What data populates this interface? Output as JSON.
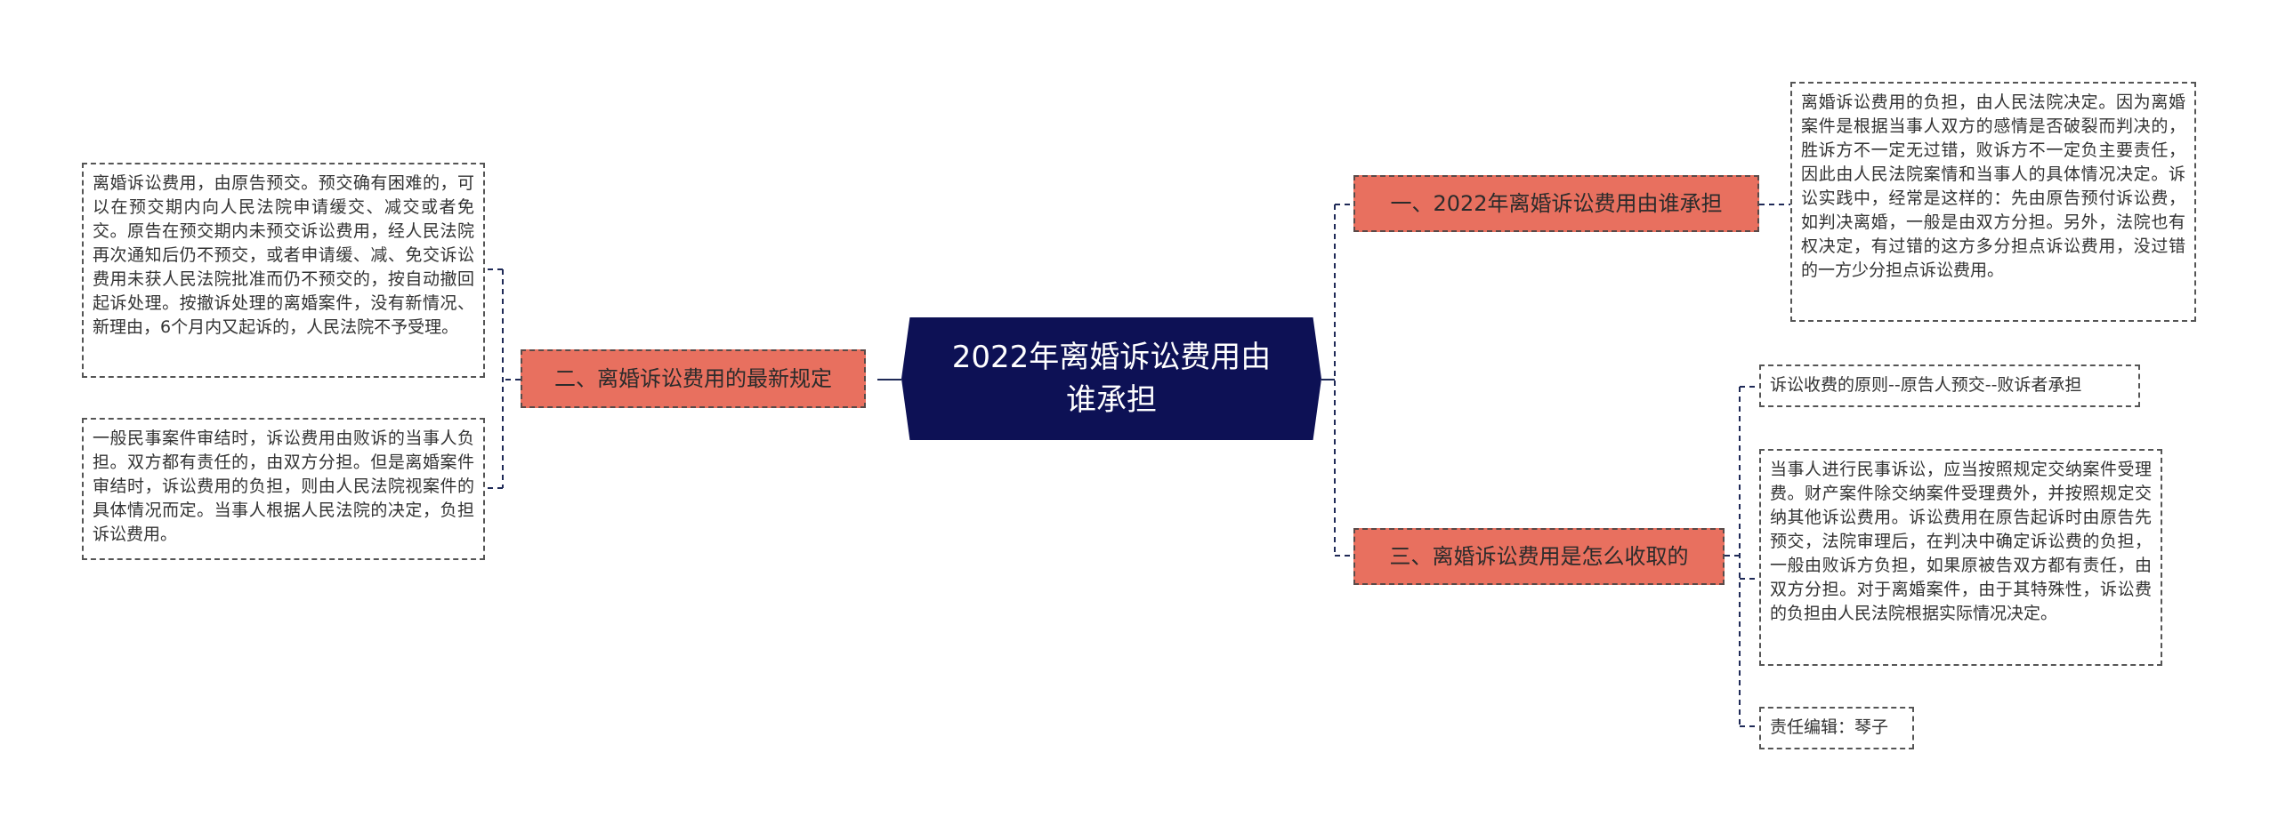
{
  "root": {
    "title": "2022年离婚诉讼费用由谁承担"
  },
  "branches": [
    {
      "label": "一、2022年离婚诉讼费用由谁承担",
      "leaves": [
        "离婚诉讼费用的负担，由人民法院决定。因为离婚案件是根据当事人双方的感情是否破裂而判决的，胜诉方不一定无过错，败诉方不一定负主要责任，因此由人民法院案情和当事人的具体情况决定。诉讼实践中，经常是这样的：先由原告预付诉讼费，如判决离婚，一般是由双方分担。另外，法院也有权决定，有过错的这方多分担点诉讼费用，没过错的一方少分担点诉讼费用。"
      ]
    },
    {
      "label": "二、离婚诉讼费用的最新规定",
      "leaves": [
        "离婚诉讼费用，由原告预交。预交确有困难的，可以在预交期内向人民法院申请缓交、减交或者免交。原告在预交期内未预交诉讼费用，经人民法院再次通知后仍不预交，或者申请缓、减、免交诉讼费用未获人民法院批准而仍不预交的，按自动撤回起诉处理。按撤诉处理的离婚案件，没有新情况、新理由，6个月内又起诉的，人民法院不予受理。",
        "一般民事案件审结时，诉讼费用由败诉的当事人负担。双方都有责任的，由双方分担。但是离婚案件审结时，诉讼费用的负担，则由人民法院视案件的具体情况而定。当事人根据人民法院的决定，负担诉讼费用。"
      ]
    },
    {
      "label": "三、离婚诉讼费用是怎么收取的",
      "leaves": [
        "诉讼收费的原则--原告人预交--败诉者承担",
        "当事人进行民事诉讼，应当按照规定交纳案件受理费。财产案件除交纳案件受理费外，并按照规定交纳其他诉讼费用。诉讼费用在原告起诉时由原告先预交，法院审理后，在判决中确定诉讼费的负担，一般由败诉方负担，如果原被告双方都有责任，由双方分担。对于离婚案件，由于其特殊性，诉讼费的负担由人民法院根据实际情况决定。",
        "责任编辑：琴子"
      ]
    }
  ]
}
